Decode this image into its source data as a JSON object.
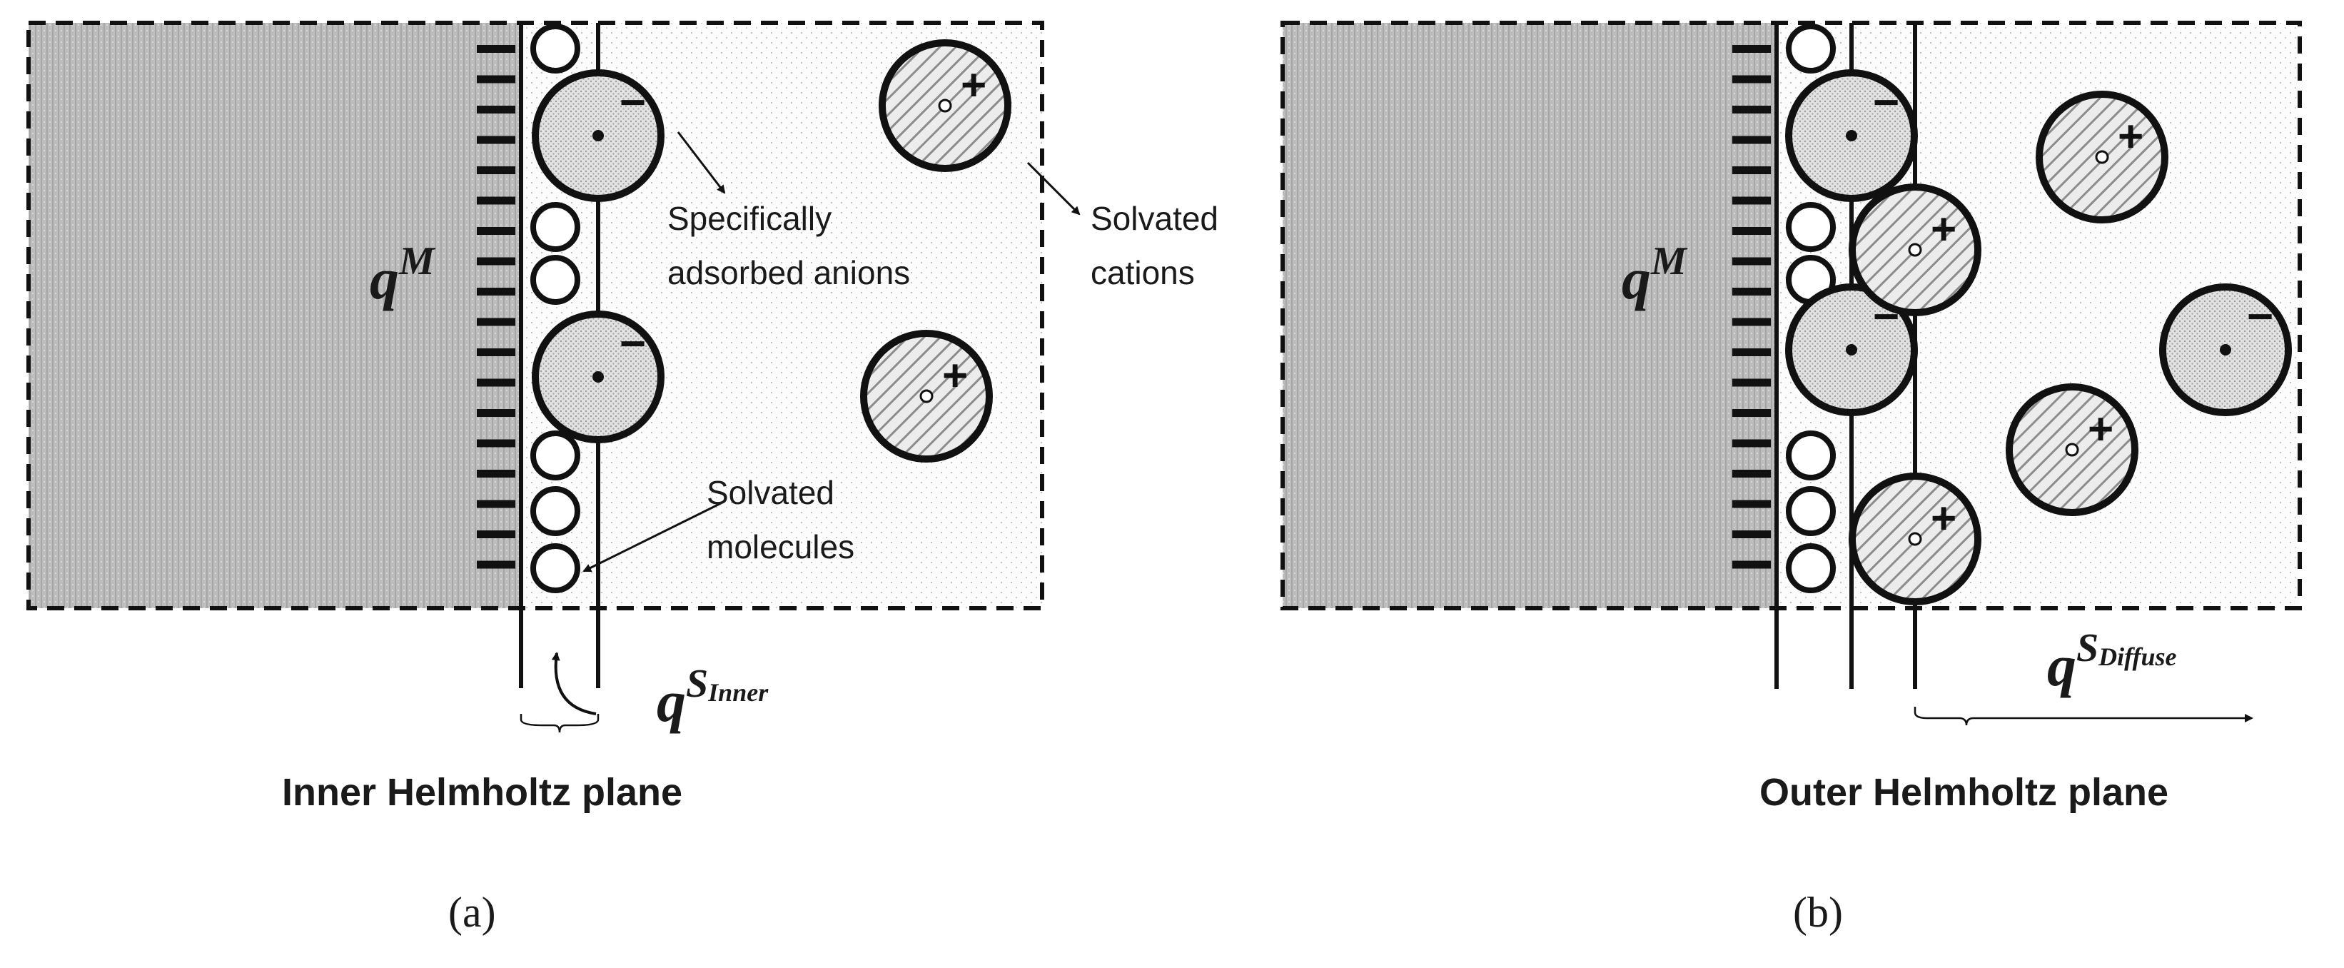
{
  "panels": [
    {
      "id": "a",
      "surface_charge": {
        "base": "q",
        "sup": "M"
      },
      "solution_charge": {
        "base": "q",
        "sup": "S",
        "sub": "Inner"
      },
      "plane_label": "Inner Helmholtz plane",
      "caption": "(a)",
      "annotations": {
        "anions": [
          "Specifically",
          "adsorbed anions"
        ],
        "cations": [
          "Solvated",
          "cations"
        ],
        "molecules": [
          "Solvated",
          "molecules"
        ]
      }
    },
    {
      "id": "b",
      "surface_charge": {
        "base": "q",
        "sup": "M"
      },
      "solution_charge": {
        "base": "q",
        "sup": "S",
        "sub": "Diffuse"
      },
      "plane_label": "Outer Helmholtz plane",
      "caption": "(b)"
    }
  ],
  "symbols": {
    "anion": "−",
    "cation": "+"
  },
  "colors": {
    "electrode_fill": "#c8c8c8",
    "electrolyte_fill": "#fbfbfb",
    "outline": "#111111",
    "anion_fill": "#d4d4d4",
    "cation_fill": "#e3e3e3"
  }
}
